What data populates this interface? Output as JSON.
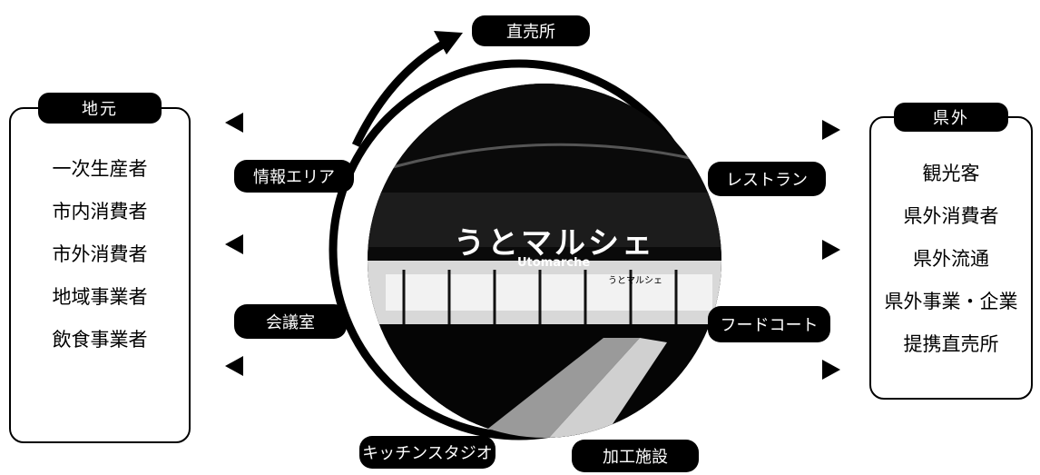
{
  "left_panel": {
    "title": "地元",
    "items": [
      "一次生産者",
      "市内消費者",
      "市外消費者",
      "地域事業者",
      "飲食事業者"
    ]
  },
  "right_panel": {
    "title": "県外",
    "items": [
      "観光客",
      "県外消費者",
      "県外流通",
      "県外事業・企業",
      "提携直売所"
    ]
  },
  "circle": {
    "top": "直売所",
    "info_area": "情報エリア",
    "restaurant": "レストラン",
    "meeting_room": "会議室",
    "food_court": "フードコート",
    "kitchen_studio": "キッチンスタジオ",
    "processing": "加工施設"
  },
  "photo": {
    "sign_main": "うとマルシェ",
    "sign_romaji": "Utomarche",
    "sign_small": "うとマルシェ"
  },
  "colors": {
    "ink": "#000000",
    "background": "#ffffff"
  }
}
